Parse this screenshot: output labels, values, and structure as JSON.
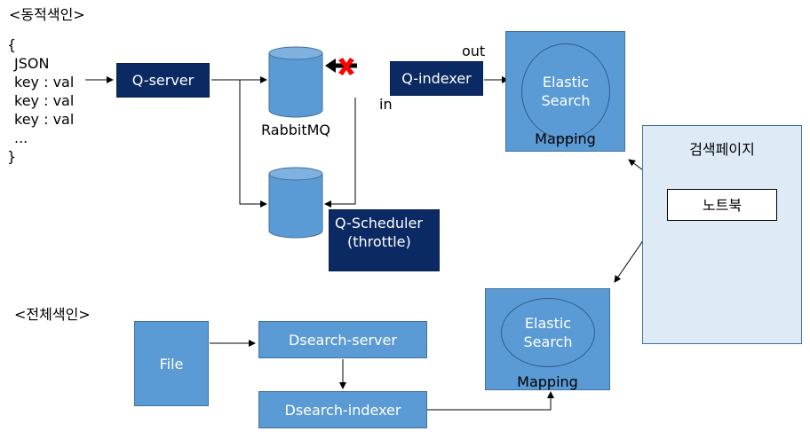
{
  "sections": {
    "realtime_title": "<동적색인>",
    "full_title": "<전체색인>"
  },
  "json_block": {
    "lines": [
      "{",
      "JSON",
      "key : val",
      "key : val",
      "key : val",
      "...",
      "}"
    ]
  },
  "nodes": {
    "q_server": "Q-server",
    "rabbitmq": "RabbitMQ",
    "q_indexer": "Q-indexer",
    "q_scheduler_line1": "Q-Scheduler",
    "q_scheduler_line2": "(throttle)",
    "es_top_line1": "Elastic",
    "es_top_line2": "Search",
    "es_top_mapping": "Mapping",
    "search_page": "검색페이지",
    "notebook": "노트북",
    "file": "File",
    "dsearch_server": "Dsearch-server",
    "dsearch_indexer": "Dsearch-indexer",
    "es_bottom_line1": "Elastic",
    "es_bottom_line2": "Search",
    "es_bottom_mapping": "Mapping"
  },
  "labels": {
    "out": "out",
    "in": "in"
  },
  "colors": {
    "navy_box": "#0b2a63",
    "blue_box": "#5b9bd5",
    "pale_panel": "#deebf7",
    "blocked_mark": "#ff0000"
  },
  "icons": {
    "blocked": "red-x-icon"
  }
}
